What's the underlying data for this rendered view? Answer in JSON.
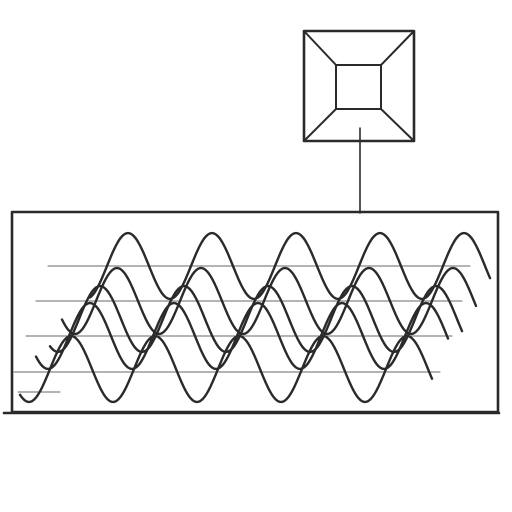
{
  "diagram": {
    "style": "pencil-sketch",
    "colors": {
      "ink": "#2a2a2a",
      "pencil_light": "#6a6a6a",
      "paper": "#ffffff"
    },
    "pyramid_box": {
      "icon": "square-pyramid-top-view-icon",
      "connector": "vertical-line"
    },
    "wave_panel": {
      "wave_rows": 5,
      "cycles_per_row": 5,
      "horizontal_lines": 5
    }
  }
}
